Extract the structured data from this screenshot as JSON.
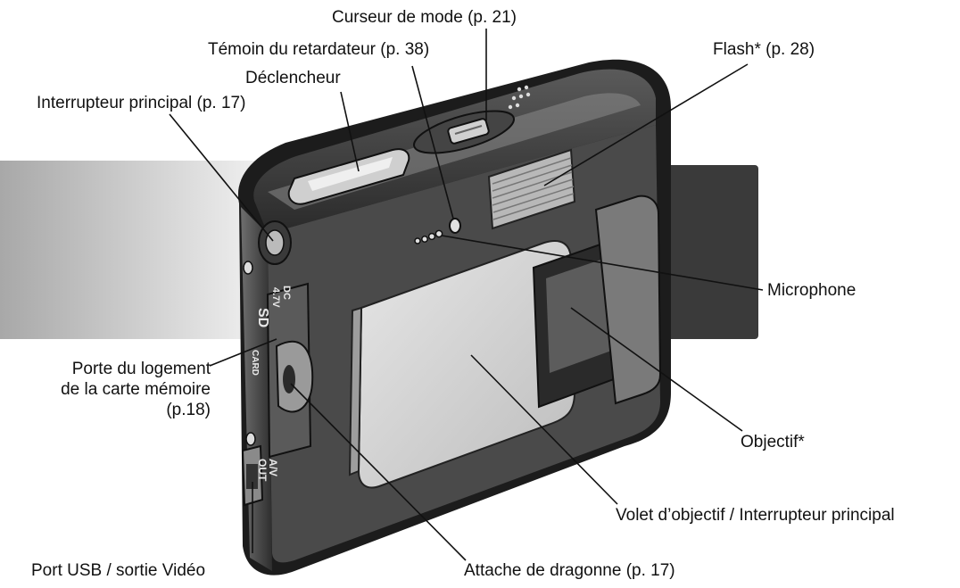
{
  "colors": {
    "band_left_from": "#a8a8a8",
    "band_left_to": "#f2f2f2",
    "band_right": "#3a3a3a",
    "body_dark": "#1c1c1c",
    "body_mid": "#4a4a4a",
    "body_light": "#9a9a9a",
    "panel": "#d4d4d4",
    "leader": "#111111"
  },
  "labels": {
    "mode_switch": "Curseur de mode (p. 21)",
    "self_timer": "Témoin du retardateur (p. 38)",
    "flash": "Flash* (p. 28)",
    "shutter": "Déclencheur",
    "main_switch": "Interrupteur principal (p. 17)",
    "microphone": "Microphone",
    "card_door_1": "Porte du logement",
    "card_door_2": "de la carte mémoire",
    "card_door_3": "(p.18)",
    "lens": "Objectif*",
    "lens_cover": "Volet d’objectif / Interrupteur principal",
    "usb_port": "Port USB / sortie Vidéo",
    "strap": "Attache de dragonne (p. 17)"
  },
  "body_markings": {
    "dc": "DC",
    "voltage": "4.7V",
    "sd": "SD",
    "card": "CARD",
    "av": "A/V",
    "out": "OUT"
  }
}
